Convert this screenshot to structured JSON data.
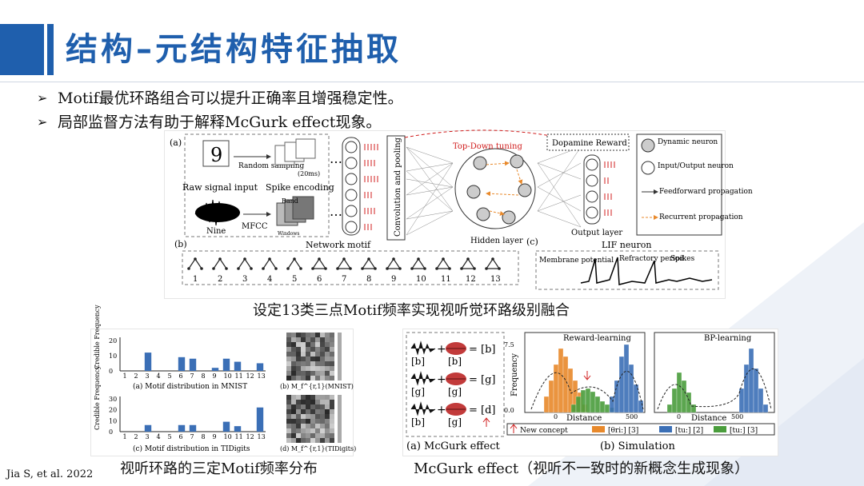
{
  "title": "结构–元结构特征抽取",
  "bullets": [
    "Motif最优环路组合可以提升正确率且增强稳定性。",
    "局部监督方法有助于解释McGurk  effect现象。"
  ],
  "figure_main": {
    "panel_a": "(a)",
    "panel_b": "(b)",
    "panel_c": "(c)",
    "digit": "9",
    "random_sampling": "Random sampling",
    "ms20": "(20ms)",
    "raw_signal": "Raw signal input",
    "spike_encoding": "Spike encoding",
    "nine": "Nine",
    "mfcc": "MFCC",
    "band": "Band",
    "windows": "Windows",
    "conv": "Convolution and pooling",
    "network_motif": "Network motif",
    "topdown": "Top-Down tuning",
    "dopamine": "Dopamine Reward",
    "hidden": "Hidden layer",
    "output": "Output layer",
    "legend_dynamic": "Dynamic neuron",
    "legend_io": "Input/Output neuron",
    "legend_ff": "Feedforward propagation",
    "legend_rec": "Recurrent propagation",
    "lif": "LIF neuron",
    "membrane": "Membrane potential",
    "refractory": "Refractory period",
    "spikes": "Spikes",
    "motif_numbers": [
      "1",
      "2",
      "3",
      "4",
      "5",
      "6",
      "7",
      "8",
      "9",
      "10",
      "11",
      "12",
      "13"
    ]
  },
  "caption_main": "设定13类三点Motif频率实现视听觉环路级别融合",
  "figure_left": {
    "ylabel": "Credible Frequency",
    "caption_a": "(a) Motif distribution in MNIST",
    "caption_b": "(b) M_f^{r,1}(MNIST)",
    "caption_c": "(c) Motif distribution in TIDigits",
    "caption_d": "(d) M_f^{r,1}(TIDigits)",
    "ticks_top": [
      "0",
      "10",
      "20"
    ],
    "ticks_bottom": [
      "0",
      "10",
      "20",
      "30"
    ],
    "categories": [
      "1",
      "2",
      "3",
      "4",
      "5",
      "6",
      "7",
      "8",
      "9",
      "10",
      "11",
      "12",
      "13"
    ]
  },
  "chart_data": [
    {
      "type": "bar",
      "title": "(a) Motif distribution in MNIST",
      "ylabel": "Credible Frequency",
      "categories": [
        "1",
        "2",
        "3",
        "4",
        "5",
        "6",
        "7",
        "8",
        "9",
        "10",
        "11",
        "12",
        "13"
      ],
      "values": [
        0,
        0,
        12,
        0,
        0,
        9,
        8,
        0,
        2,
        8,
        6,
        0,
        5
      ],
      "ylim": [
        0,
        22
      ]
    },
    {
      "type": "bar",
      "title": "(c) Motif distribution in TIDigits",
      "ylabel": "Credible Frequency",
      "categories": [
        "1",
        "2",
        "3",
        "4",
        "5",
        "6",
        "7",
        "8",
        "9",
        "10",
        "11",
        "12",
        "13"
      ],
      "values": [
        0,
        0,
        6,
        0,
        0,
        6,
        6,
        0,
        0,
        9,
        5,
        0,
        22
      ],
      "ylim": [
        0,
        32
      ]
    }
  ],
  "caption_left": "视听环路的三定Motif频率分布",
  "figure_right": {
    "eq1": "= [b]",
    "eq2": "= [g]",
    "eq3": "= [d]",
    "lbl_b": "[b]",
    "lbl_g": "[g]",
    "plus": "+",
    "caption_a": "(a) McGurk effect",
    "reward": "Reward-learning",
    "bp": "BP-learning",
    "frequency": "Frequency",
    "distance": "Distance",
    "tick_75": "7.5",
    "tick_00": "0.0",
    "tick_0": "0",
    "tick_500": "500",
    "legend_new": "New concept",
    "legend_1": "[θri:] [3]",
    "legend_2": "[tu:] [2]",
    "legend_3": "[tu:] [3]",
    "caption_b": "(b) Simulation"
  },
  "caption_right": "McGurk effect（视听不一致时的新概念生成现象）",
  "citation": "Jia S, et al. 2022",
  "colors": {
    "accent": "#1f5fad",
    "bar": "#3b6fb6",
    "orange": "#e8892b",
    "green": "#4a9d3c",
    "red": "#d01c1c"
  }
}
